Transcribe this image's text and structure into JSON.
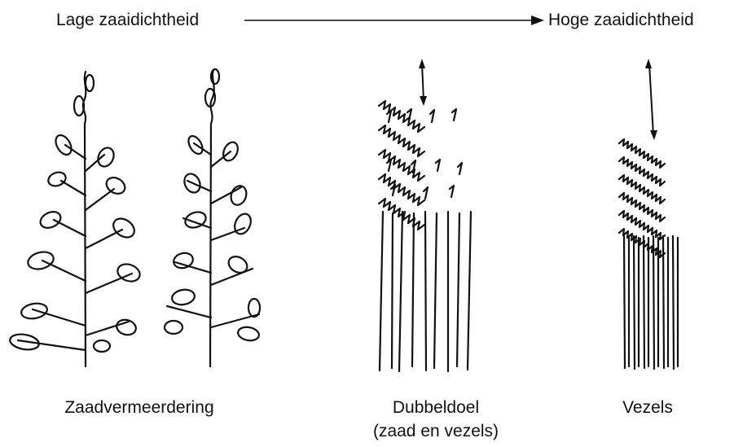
{
  "scale": {
    "low_label": "Lage zaaidichtheid",
    "high_label": "Hoge zaaidichtheid"
  },
  "captions": {
    "seed": "Zaadvermeerdering",
    "dual_line1": "Dubbeldoel",
    "dual_line2": "(zaad en vezels)",
    "fiber": "Vezels"
  }
}
